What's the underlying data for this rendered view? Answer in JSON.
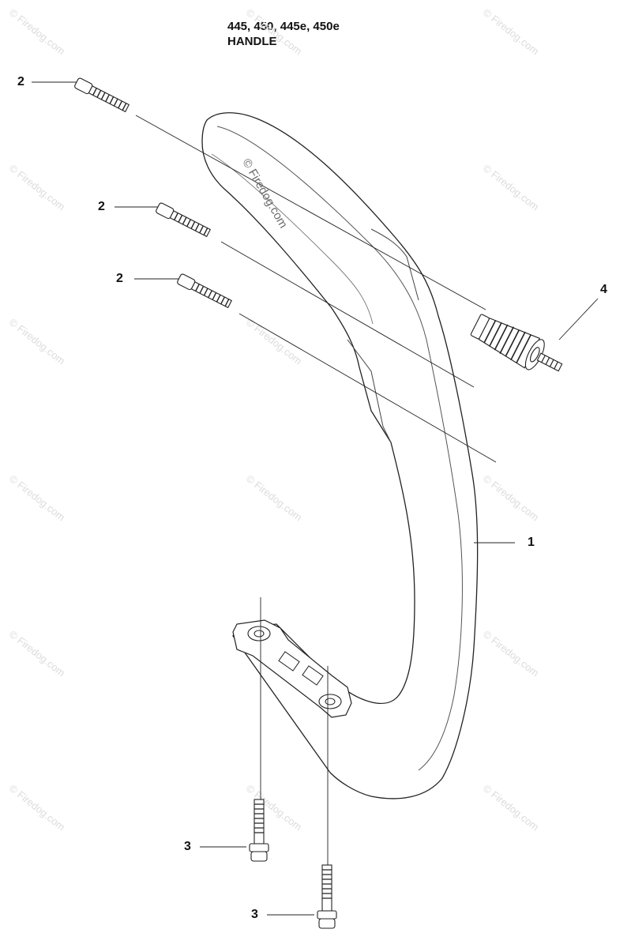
{
  "title": {
    "models": "445, 450, 445e, 450e",
    "section": "HANDLE"
  },
  "callouts": {
    "c1": "1",
    "c2a": "2",
    "c2b": "2",
    "c2c": "2",
    "c3a": "3",
    "c3b": "3",
    "c4": "4"
  },
  "watermark": {
    "center": "© Firedog.com",
    "tile": "© Firedog.com"
  },
  "parts": [
    {
      "ref": "1",
      "icon": "handle-bar-icon"
    },
    {
      "ref": "2",
      "icon": "screw-icon"
    },
    {
      "ref": "3",
      "icon": "bolt-icon"
    },
    {
      "ref": "4",
      "icon": "vibration-damper-icon"
    }
  ]
}
